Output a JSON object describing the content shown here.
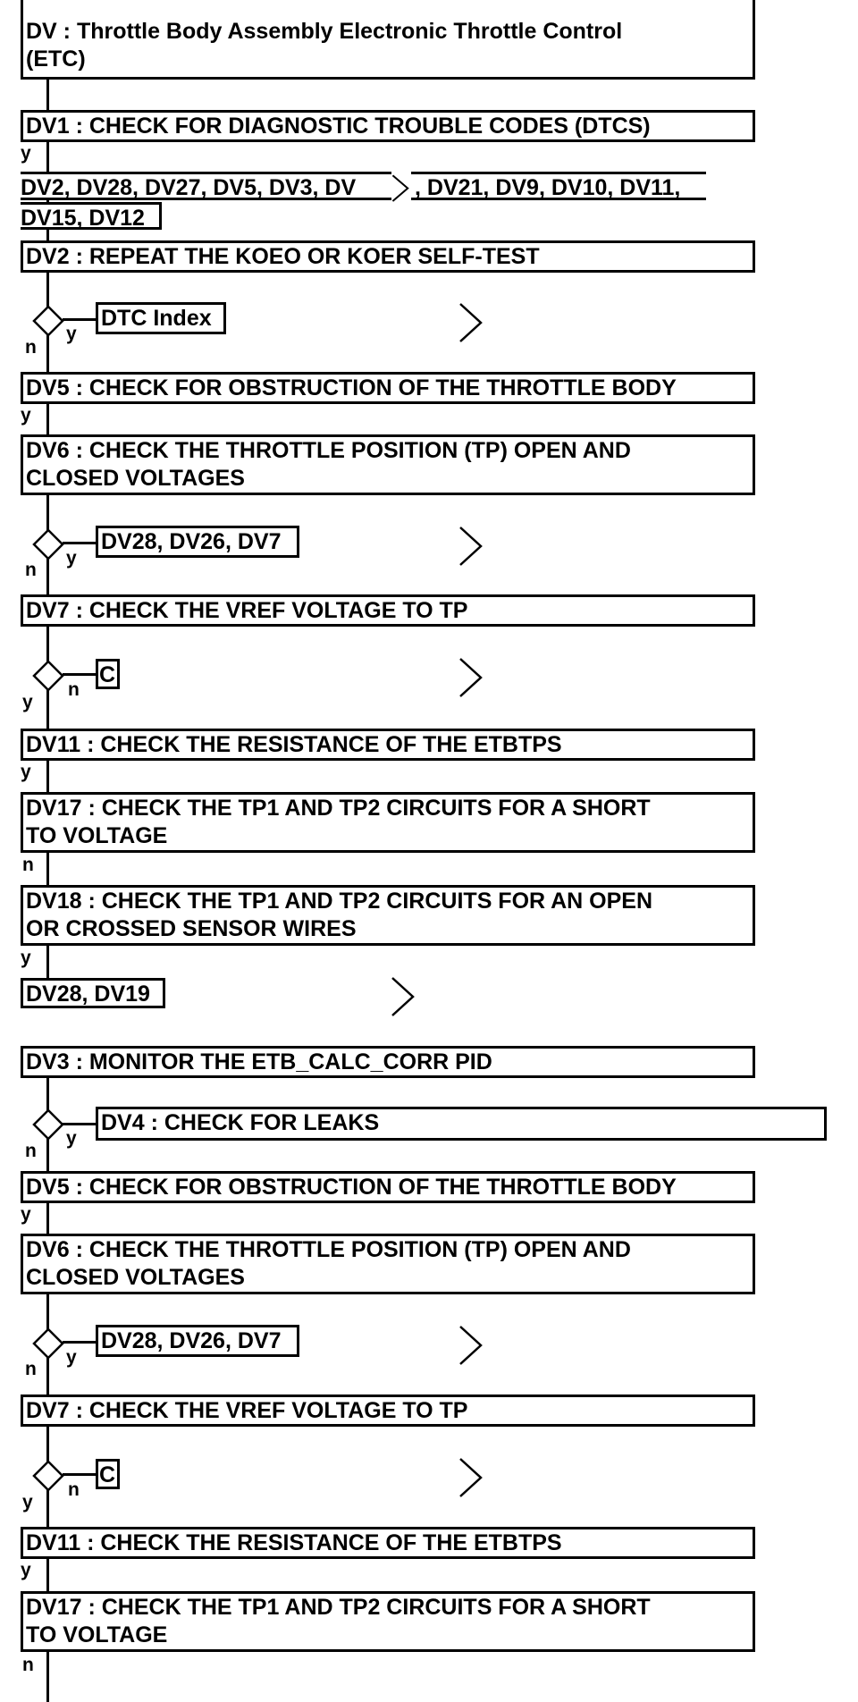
{
  "header": {
    "title": "DV : Throttle Body Assembly Electronic Throttle Control\n(ETC)"
  },
  "steps": [
    "DV1 : CHECK FOR DIAGNOSTIC TROUBLE CODES (DTCS)",
    "DV2, DV28, DV27, DV5, DV3, DV",
    ", DV21, DV9, DV10, DV11,",
    "DV15, DV12",
    "DV2 : REPEAT THE KOEO OR KOER SELF-TEST",
    "DTC Index",
    "DV5 : CHECK FOR OBSTRUCTION OF THE THROTTLE BODY",
    "DV6 : CHECK THE THROTTLE POSITION (TP) OPEN AND\nCLOSED VOLTAGES",
    "DV28, DV26, DV7",
    "DV7 : CHECK THE VREF VOLTAGE TO TP",
    "C",
    "DV11 : CHECK THE RESISTANCE OF THE ETBTPS",
    "DV17 : CHECK THE TP1 AND TP2 CIRCUITS FOR A SHORT\nTO VOLTAGE",
    "DV18 : CHECK THE TP1 AND TP2 CIRCUITS FOR AN OPEN\nOR CROSSED SENSOR WIRES",
    "DV28, DV19",
    "DV3 : MONITOR THE ETB_CALC_CORR PID",
    "DV4 : CHECK FOR LEAKS",
    "DV5 : CHECK FOR OBSTRUCTION OF THE THROTTLE BODY",
    "DV6 : CHECK THE THROTTLE POSITION (TP) OPEN AND\nCLOSED VOLTAGES",
    "DV28, DV26, DV7",
    "DV7 : CHECK THE VREF VOLTAGE TO TP",
    "C",
    "DV11 : CHECK THE RESISTANCE OF THE ETBTPS",
    "DV17 : CHECK THE TP1 AND TP2 CIRCUITS FOR A SHORT\nTO VOLTAGE"
  ],
  "labels": {
    "y": "y",
    "n": "n"
  }
}
